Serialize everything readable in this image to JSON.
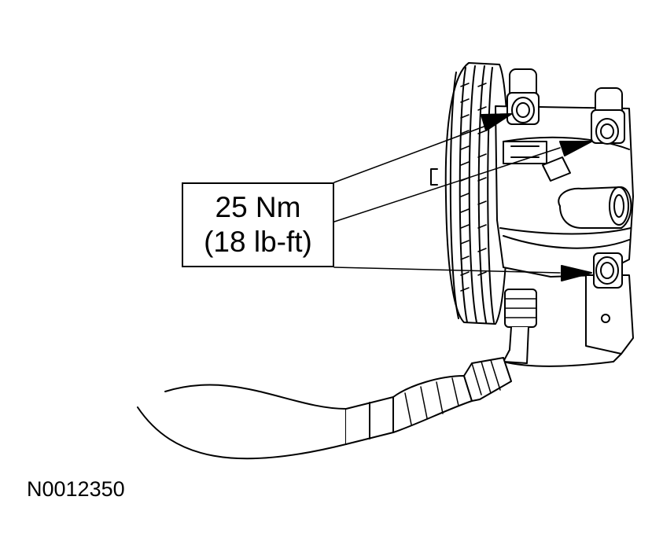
{
  "callout": {
    "torque_metric": "25 Nm",
    "torque_imperial": "(18 lb-ft)"
  },
  "figure": {
    "id": "N0012350"
  }
}
